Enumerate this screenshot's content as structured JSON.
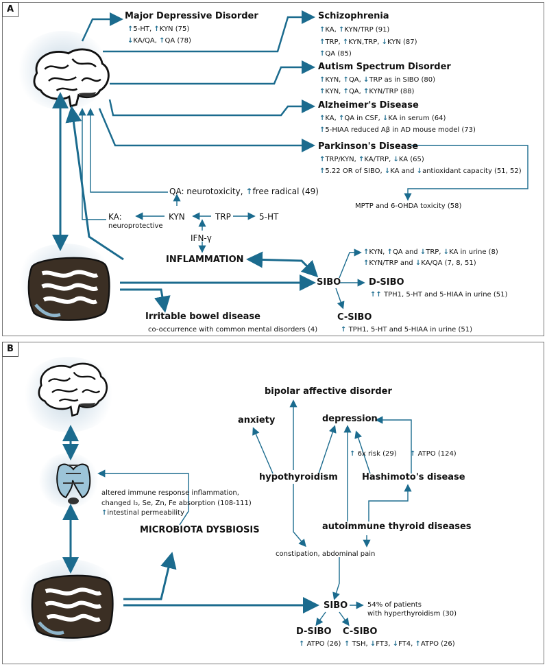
{
  "panelA": {
    "label": "A",
    "mdd": {
      "title": "Major Depressive Disorder",
      "l1": [
        {
          "a": "up",
          "t": "5-HT, "
        },
        {
          "a": "up",
          "t": "KYN (75)"
        }
      ],
      "l2": [
        {
          "a": "dn",
          "t": "KA/QA, "
        },
        {
          "a": "up",
          "t": "QA (78)"
        }
      ]
    },
    "schizo": {
      "title": "Schizophrenia",
      "l1": [
        {
          "a": "up",
          "t": "KA, "
        },
        {
          "a": "up",
          "t": "KYN/TRP (91)"
        }
      ],
      "l2": [
        {
          "a": "up",
          "t": "TRP, "
        },
        {
          "a": "up",
          "t": "KYN,TRP, "
        },
        {
          "a": "dn",
          "t": "KYN (87)"
        }
      ],
      "l3": [
        {
          "a": "up",
          "t": "QA (85)"
        }
      ]
    },
    "asd": {
      "title": "Autism Spectrum Disorder",
      "l1": [
        {
          "a": "up",
          "t": "KYN, "
        },
        {
          "a": "up",
          "t": "QA, "
        },
        {
          "a": "dn",
          "t": "TRP as in SIBO (80)"
        }
      ],
      "l2": [
        {
          "a": "up",
          "t": "KYN, "
        },
        {
          "a": "up",
          "t": "QA, "
        },
        {
          "a": "up",
          "t": "KYN/TRP (88)"
        }
      ]
    },
    "ad": {
      "title": "Alzheimer's Disease",
      "l1": [
        {
          "a": "up",
          "t": "KA, "
        },
        {
          "a": "up",
          "t": "QA in CSF, "
        },
        {
          "a": "dn",
          "t": "KA in serum (64)"
        }
      ],
      "l2": [
        {
          "a": "up",
          "t": "5-HIAA reduced Aβ  in AD mouse model (73)"
        }
      ]
    },
    "pd": {
      "title": "Parkinson's Disease",
      "l1": [
        {
          "a": "up",
          "t": "TRP/KYN, "
        },
        {
          "a": "up",
          "t": "KA/TRP, "
        },
        {
          "a": "dn",
          "t": "KA (65)"
        }
      ],
      "l2": [
        {
          "a": "up",
          "t": "5.22 OR of SIBO, "
        },
        {
          "a": "dn",
          "t": "KA and "
        },
        {
          "a": "dn",
          "t": "antioxidant capacity  (51, 52)"
        }
      ]
    },
    "mptp": "MPTP and 6-OHDA toxicity (58)",
    "qa": [
      {
        "a": "",
        "t": "QA: neurotoxicity, "
      },
      {
        "a": "up",
        "t": "free radical (49)"
      }
    ],
    "ka": "KA:",
    "ka_sub": "neuroprotective",
    "kyn": "KYN",
    "trp": "TRP",
    "ht5": "5-HT",
    "ifn": "IFN-γ",
    "inflammation": "INFLAMMATION",
    "sibo": "SIBO",
    "sibo_l1": [
      {
        "a": "up",
        "t": "KYN, "
      },
      {
        "a": "up",
        "t": "QA and "
      },
      {
        "a": "dn",
        "t": "TRP, "
      },
      {
        "a": "dn",
        "t": "KA in urine (8)"
      }
    ],
    "sibo_l2": [
      {
        "a": "up",
        "t": "KYN/TRP and "
      },
      {
        "a": "dn",
        "t": "KA/QA (7, 8, 51)"
      }
    ],
    "dsibo": "D-SIBO",
    "dsibo_l": [
      {
        "a": "up",
        "t": ""
      },
      {
        "a": "up",
        "t": " TPH1, 5-HT and 5-HIAA in urine (51)"
      }
    ],
    "csibo": "C-SIBO",
    "csibo_l": [
      {
        "a": "up",
        "t": " TPH1, 5-HT and 5-HIAA in urine (51)"
      }
    ],
    "ibd": "Irritable bowel disease",
    "ibd_sub": "co-occurrence with common mental disorders (4)"
  },
  "panelB": {
    "label": "B",
    "bipolar": "bipolar affective disorder",
    "anxiety": "anxiety",
    "depression": "depression",
    "hypothyroidism": "hypothyroidism",
    "hashimoto": "Hashimoto's disease",
    "autoimmune": "autoimmune thyroid diseases",
    "risk": [
      {
        "a": "up",
        "t": " 6x risk (29)"
      }
    ],
    "atpo": [
      {
        "a": "up",
        "t": " ATPO (124)"
      }
    ],
    "constipation": "constipation, abdominal pain",
    "immune_l1": "altered immune response inflammation,",
    "immune_l2": "changed I₂, Se, Zn, Fe absorption (108-111)",
    "immune_l3": [
      {
        "a": "up",
        "t": "intestinal permeability"
      }
    ],
    "dysbiosis": "MICROBIOTA DYSBIOSIS",
    "sibo": "SIBO",
    "sibo_note1": "54% of patients",
    "sibo_note2": "with hyperthyroidism (30)",
    "dsibo": "D-SIBO",
    "csibo": "C-SIBO",
    "dsibo_l": [
      {
        "a": "up",
        "t": " ATPO (26)"
      }
    ],
    "csibo_l": [
      {
        "a": "up",
        "t": " TSH, "
      },
      {
        "a": "dn",
        "t": "FT3, "
      },
      {
        "a": "dn",
        "t": "FT4, "
      },
      {
        "a": "up",
        "t": "ATPO (26)"
      }
    ]
  },
  "colors": {
    "arrow": "#1b6b8e",
    "border": "#777777"
  },
  "icons": [
    "brain-icon",
    "intestine-icon",
    "thyroid-icon"
  ]
}
